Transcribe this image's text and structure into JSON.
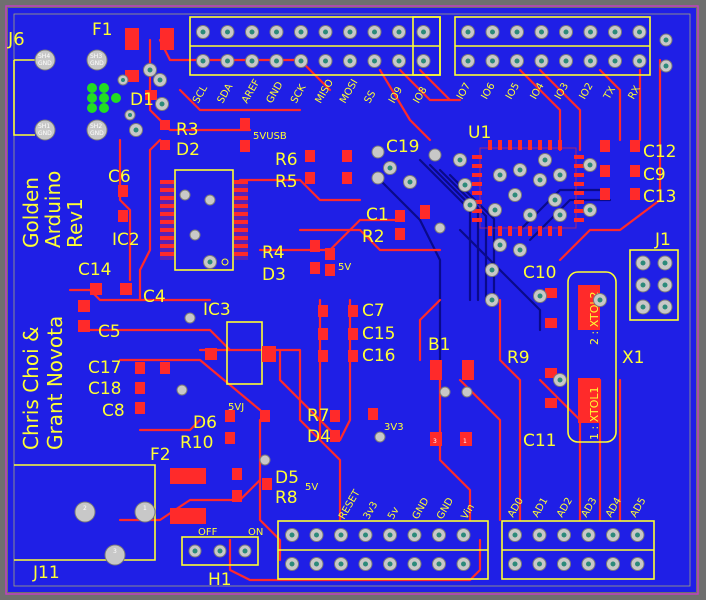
{
  "board": {
    "colors": {
      "board": "#1f1fe6",
      "frame": "#6f6f6f",
      "outline": "#c040c0",
      "silk": "#ffff33",
      "copper": "#ff2a2a",
      "via": "#3a9a8a"
    },
    "credits": [
      "Golden",
      "Arduino",
      "Rev1",
      "Chris Choi &",
      "Grant Novota"
    ]
  },
  "designators": {
    "j6": "J6",
    "f1": "F1",
    "d1": "D1",
    "r3": "R3",
    "d2": "D2",
    "c6": "C6",
    "ic2": "IC2",
    "c14": "C14",
    "c4": "C4",
    "c5": "C5",
    "ic3": "IC3",
    "c17": "C17",
    "c18": "C18",
    "c8": "C8",
    "d6": "D6",
    "r10": "R10",
    "f2": "F2",
    "j11": "J11",
    "h1": "H1",
    "d5": "D5",
    "r8": "R8",
    "r6": "R6",
    "r5": "R5",
    "r4": "R4",
    "d3": "D3",
    "c19": "C19",
    "c1": "C1",
    "r2": "R2",
    "u1": "U1",
    "c12": "C12",
    "c9": "C9",
    "c13": "C13",
    "j1": "J1",
    "c10": "C10",
    "c7": "C7",
    "c15": "C15",
    "c16": "C16",
    "b1": "B1",
    "r9": "R9",
    "x1": "X1",
    "r7": "R7",
    "d4": "D4",
    "c11": "C11"
  },
  "net_labels": {
    "v5usb": "5VUSB",
    "v5_a": "5V",
    "v5_b": "5V",
    "v5j": "5VJ",
    "v3v3": "3V3",
    "off": "OFF",
    "on": "ON",
    "xtol2": "2 : XTOL2",
    "xtol1": "1 : XTOL1"
  },
  "header_top_left": [
    "SCL",
    "SDA",
    "AREF",
    "GND",
    "SCK",
    "MISO",
    "MOSI",
    "SS",
    "IO9",
    "IO8"
  ],
  "header_top_right": [
    "IO7",
    "IO6",
    "IO5",
    "IO4",
    "IO3",
    "IO2",
    "TX",
    "RX"
  ],
  "header_bottom_power": [
    "RESET",
    "3v3",
    "5v",
    "GND",
    "GND",
    "Vin"
  ],
  "header_bottom_analog": [
    "AD0",
    "AD1",
    "AD2",
    "AD3",
    "AD4",
    "AD5"
  ],
  "pad_labels": {
    "sh4": "SH4",
    "sh3": "SH3",
    "sh1": "SH1",
    "sh2": "SH2",
    "gnd": "GND",
    "j11_1": "1",
    "j11_2": "2",
    "j11_3": "3",
    "pad_3": "3",
    "pad_1": "1"
  }
}
